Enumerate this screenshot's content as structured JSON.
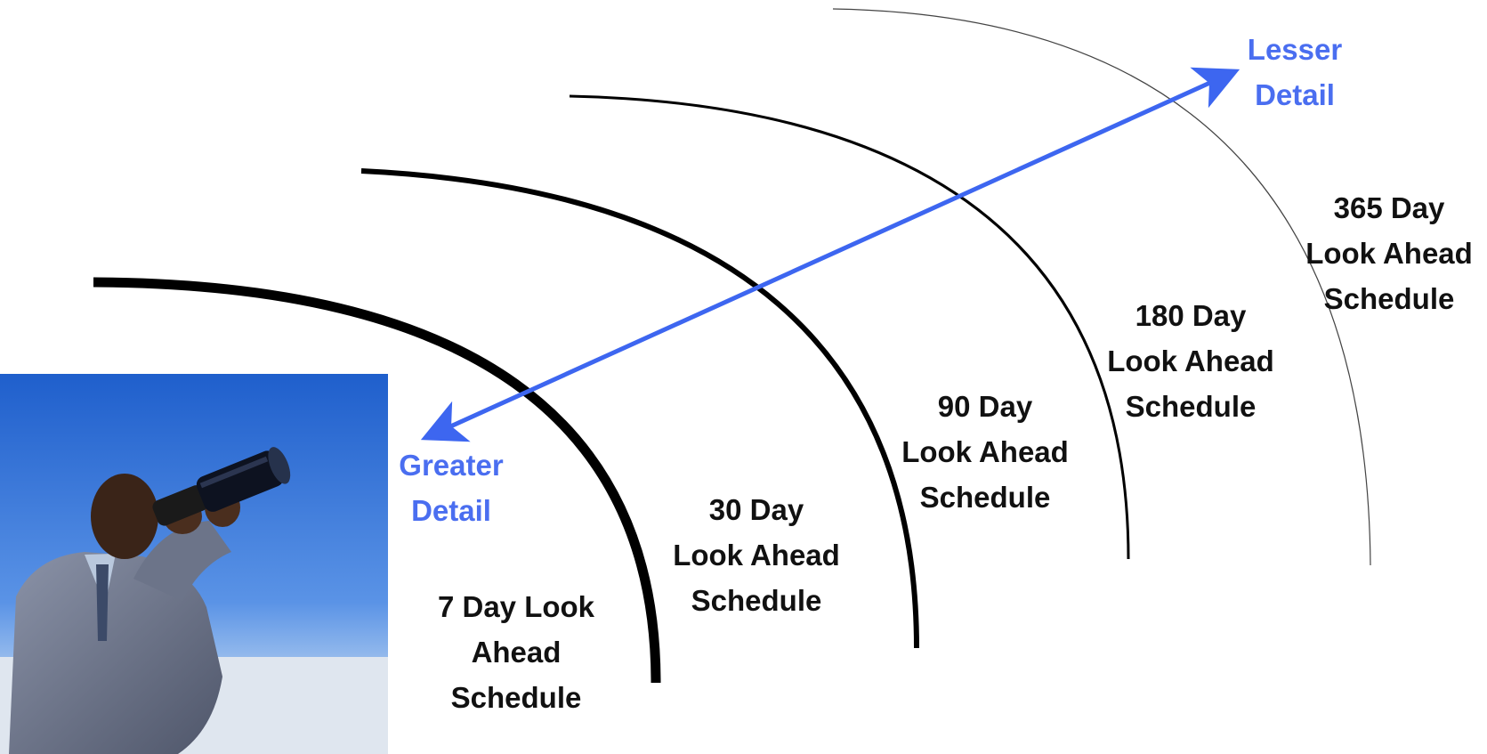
{
  "colors": {
    "arrow": "#3d66f0",
    "arc": "#000000",
    "label": "#111111",
    "detail_label": "#4a6ef0",
    "sky": "#2e6fd2"
  },
  "image": {
    "icon": "man-with-telescope-photo"
  },
  "arrow": {
    "start_label": [
      "Greater",
      "Detail"
    ],
    "end_label": [
      "Lesser",
      "Detail"
    ]
  },
  "horizons": [
    {
      "lines": [
        "7 Day Look",
        "Ahead",
        "Schedule"
      ]
    },
    {
      "lines": [
        "30 Day",
        "Look Ahead",
        "Schedule"
      ]
    },
    {
      "lines": [
        "90 Day",
        "Look Ahead",
        "Schedule"
      ]
    },
    {
      "lines": [
        "180 Day",
        "Look Ahead",
        "Schedule"
      ]
    },
    {
      "lines": [
        "365 Day",
        "Look Ahead",
        "Schedule"
      ]
    }
  ]
}
